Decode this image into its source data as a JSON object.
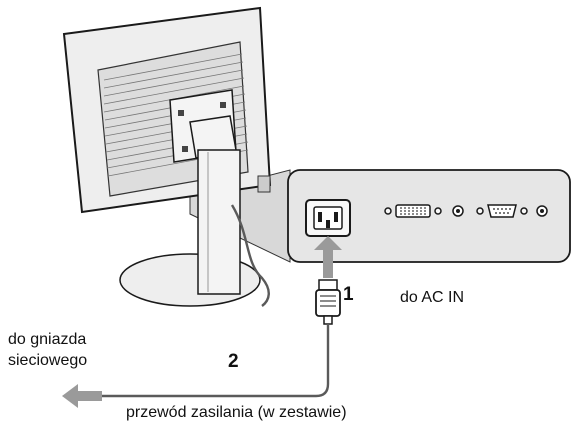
{
  "labels": {
    "step1": "1",
    "step2": "2",
    "ac_in": "do AC IN",
    "outlet_line1": "do gniazda",
    "outlet_line2": "sieciowego",
    "cable": "przewód zasilania (w zestawie)"
  },
  "icons": {
    "monitor": "monitor-rear-view",
    "panel": "connector-panel-zoom",
    "ac_socket": "ac-inlet-socket",
    "dvi_port": "dvi-port",
    "vga_port": "vga-port",
    "plug": "power-plug",
    "arrow_up": "arrow-up",
    "arrow_left": "arrow-left"
  },
  "colors": {
    "outline": "#1a1a1a",
    "monitor_fill": "#eeeeee",
    "monitor_back": "#dddddd",
    "panel_fill": "#e6e6e6",
    "zoom_cone": "#d8d8d8",
    "arrow": "#9a9a9a",
    "cable": "#5a5a5a"
  }
}
